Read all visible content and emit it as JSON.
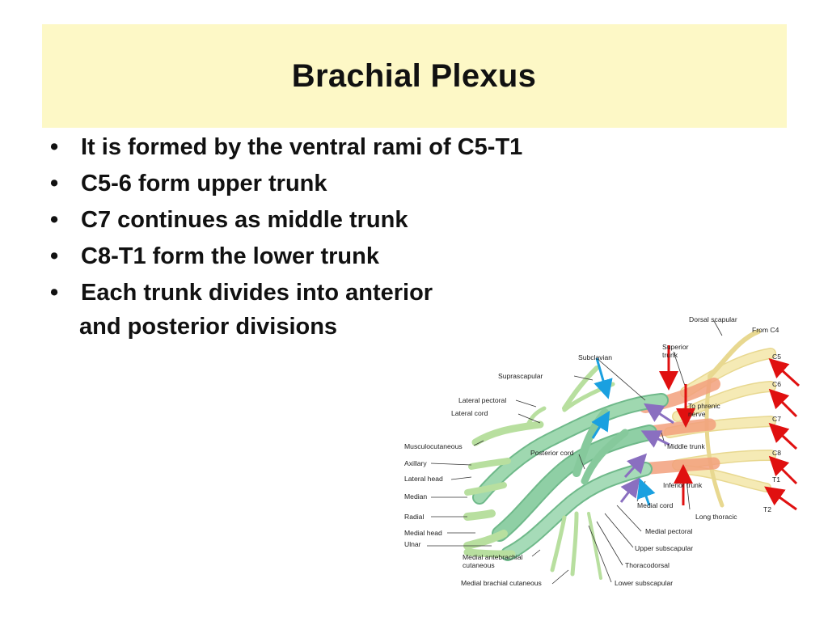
{
  "slide": {
    "title": "Brachial Plexus",
    "bullet_symbol": "•",
    "bullets": [
      "It is formed by the ventral rami of C5-T1",
      "C5-6 form upper trunk",
      "C7 continues as middle trunk",
      "C8-T1 form the lower trunk",
      "Each trunk divides into anterior"
    ],
    "bullet_continuation": "and posterior divisions"
  },
  "diagram": {
    "labels": {
      "dorsal_scapular": "Dorsal scapular",
      "from_c4": "From C4",
      "c5": "C5",
      "c6": "C6",
      "c7": "C7",
      "c8": "C8",
      "t1": "T1",
      "t2": "T2",
      "superior_trunk_1": "Superior",
      "superior_trunk_2": "trunk",
      "subclavian": "Subclavian",
      "suprascapular": "Suprascapular",
      "to_phrenic_1": "To phrenic",
      "to_phrenic_2": "nerve",
      "lateral_pectoral": "Lateral pectoral",
      "lateral_cord": "Lateral cord",
      "musculocutaneous": "Musculocutaneous",
      "posterior_cord": "Posterior cord",
      "middle_trunk": "Middle trunk",
      "axillary": "Axillary",
      "lateral_head": "Lateral head",
      "median": "Median",
      "inferior_trunk": "Inferior trunk",
      "medial_cord": "Medial cord",
      "long_thoracic": "Long thoracic",
      "radial": "Radial",
      "medial_head": "Medial head",
      "ulnar": "Ulnar",
      "medial_pectoral": "Medial pectoral",
      "upper_subscapular": "Upper subscapular",
      "medial_antebrachial_1": "Medial antebrachial",
      "medial_antebrachial_2": "cutaneous",
      "thoracodorsal": "Thoracodorsal",
      "medial_brachial_cutaneous": "Medial brachial cutaneous",
      "lower_subscapular": "Lower subscapular"
    },
    "colors": {
      "nerve_roots": "#f3e6a8",
      "trunk_highlight": "#f2a07c",
      "cords": "#7fc79a",
      "branches": "#cfe9b8",
      "root_arrows": "#e01010",
      "division_arrows": "#8a6fc0",
      "cord_arrows": "#1aa0e0"
    }
  }
}
